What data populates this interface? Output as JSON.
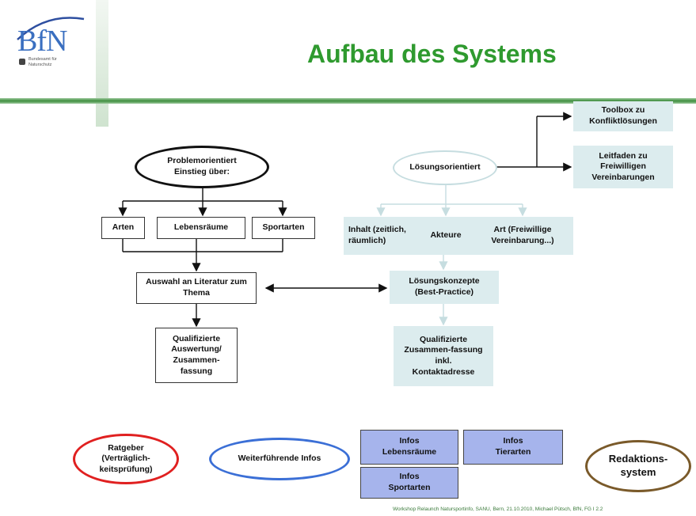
{
  "header": {
    "title": "Aufbau des Systems",
    "logo_text": "BfN",
    "logo_subtext": "Bundesamt für Naturschutz"
  },
  "left_branch": {
    "start": "Problemorientiert Einstieg über:",
    "categories": [
      "Arten",
      "Lebensräume",
      "Sportarten"
    ],
    "selection": "Auswahl an Literatur zum Thema",
    "result": "Qualifizierte Auswertung/ Zusammen-fassung"
  },
  "right_branch": {
    "start": "Lösungsorientiert",
    "toolbox": "Toolbox zu Konfliktlösungen",
    "guide": "Leitfaden zu Freiwilligen Vereinbarungen",
    "categories": [
      "Inhalt (zeitlich, räumlich)",
      "Akteure",
      "Art (Freiwillige Vereinbarung...)"
    ],
    "concepts": "Lösungskonzepte (Best-Practice)",
    "result": "Qualifizierte Zusammen-fassung inkl. Kontaktadresse"
  },
  "bottom": {
    "advisor": "Ratgeber (Verträglich-keitsprüfung)",
    "further_info": "Weiterführende Infos",
    "infos": [
      "Infos Lebensräume",
      "Infos Tierarten",
      "Infos Sportarten"
    ],
    "editorial": "Redaktions-system"
  },
  "footer": "Workshop Relaunch Natursportinfo, SANU, Bern, 21.10.2010, Michael Pütsch, BfN, FG I 2.2",
  "colors": {
    "title_green": "#2f9a2f",
    "band_green": "#3f8f3f",
    "teal_box": "#dcecee",
    "blue_box": "#a6b4ec",
    "red_oval": "#e02020",
    "blue_oval": "#3b6fd6",
    "brown_oval": "#7a5a2a"
  }
}
